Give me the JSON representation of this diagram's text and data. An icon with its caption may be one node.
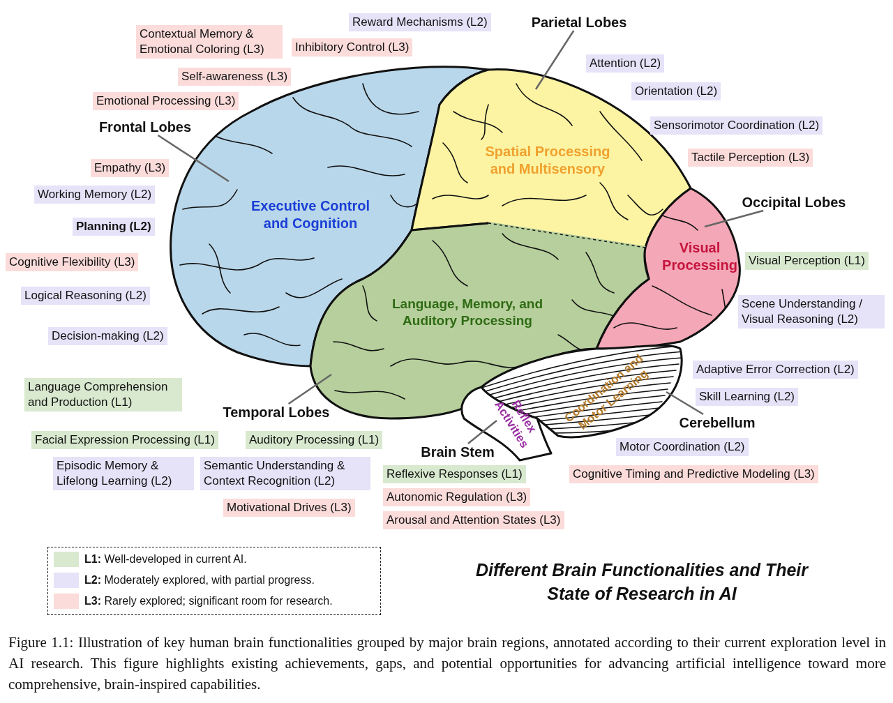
{
  "diagram": {
    "title": "Different Brain Functionalities and Their State of Research in AI",
    "caption": "Figure 1.1: Illustration of key human brain functionalities grouped by major brain regions, annotated according to their current exploration level in AI research. This figure highlights existing achievements, gaps, and potential opportunities for advancing artificial intelligence toward more comprehensive, brain-inspired capabilities.",
    "nodes": [
      {
        "text": [
          "Executive Control and Cognition"
        ]
      },
      {
        "text": [
          "Spatial Processing and Multisensory"
        ]
      },
      {
        "text": [
          "Visual Processing"
        ]
      },
      {
        "text": [
          "Language, Memory, and Auditory Processing"
        ]
      },
      {
        "text": [
          "Coordination and Motor Learning"
        ]
      },
      {
        "text": [
          "Reflex Activities"
        ]
      },
      {
        "text": [
          "Reward Mechanisms (L2)"
        ]
      },
      {
        "text": [
          "Parietal Lobes"
        ]
      },
      {
        "text": [
          "Contextual Memory & Emotional Coloring (L3)"
        ]
      },
      {
        "text": [
          "Inhibitory Control (L3)"
        ]
      },
      {
        "text": [
          "Attention (L2)"
        ]
      },
      {
        "text": [
          "Self-awareness (L3)"
        ]
      },
      {
        "text": [
          "Orientation (L2)"
        ]
      },
      {
        "text": [
          "Emotional Processing (L3)"
        ]
      },
      {
        "text": [
          "Sensorimotor Coordination (L2)"
        ]
      },
      {
        "text": [
          "Frontal Lobes"
        ]
      },
      {
        "text": [
          "Tactile Perception (L3)"
        ]
      },
      {
        "text": [
          "Empathy (L3)"
        ]
      },
      {
        "text": [
          "Working Memory (L2)"
        ]
      },
      {
        "text": [
          "Occipital Lobes"
        ]
      },
      {
        "text": [
          "Planning (L2)"
        ]
      },
      {
        "text": [
          "Visual Perception (L1)"
        ]
      },
      {
        "text": [
          "Cognitive Flexibility (L3)"
        ]
      },
      {
        "text": [
          "Logical Reasoning (L2)"
        ]
      },
      {
        "text": [
          "Scene Understanding / Visual Reasoning (L2)"
        ]
      },
      {
        "text": [
          "Decision-making (L2)"
        ]
      },
      {
        "text": [
          "Adaptive Error Correction (L2)"
        ]
      },
      {
        "text": [
          "Language Comprehension and Production (L1)"
        ]
      },
      {
        "text": [
          "Skill Learning (L2)"
        ]
      },
      {
        "text": [
          "Temporal Lobes"
        ]
      },
      {
        "text": [
          "Cerebellum"
        ]
      },
      {
        "text": [
          "Facial Expression Processing (L1)"
        ]
      },
      {
        "text": [
          "Auditory Processing (L1)"
        ]
      },
      {
        "text": [
          "Motor Coordination (L2)"
        ]
      },
      {
        "text": [
          "Brain Stem"
        ]
      },
      {
        "text": [
          "Episodic Memory & Lifelong Learning (L2)"
        ]
      },
      {
        "text": [
          "Semantic Understanding & Context Recognition (L2)"
        ]
      },
      {
        "text": [
          "Reflexive Responses (L1)"
        ]
      },
      {
        "text": [
          "Cognitive Timing and Predictive Modeling (L3)"
        ]
      },
      {
        "text": [
          "Autonomic Regulation (L3)"
        ]
      },
      {
        "text": [
          "Motivational Drives (L3)"
        ]
      },
      {
        "text": [
          "Arousal and Attention States (L3)"
        ]
      }
    ],
    "edges": [
      {
        "from": 7,
        "to": 1,
        "arrow": "none"
      },
      {
        "from": 15,
        "to": 0,
        "arrow": "none"
      },
      {
        "from": 19,
        "to": 2,
        "arrow": "none"
      },
      {
        "from": 29,
        "to": 3,
        "arrow": "none"
      },
      {
        "from": 30,
        "to": 4,
        "arrow": "none"
      },
      {
        "from": 34,
        "to": 5,
        "arrow": "none"
      }
    ],
    "legend": [
      {
        "text": "**L1:** Well-developed in current AI.",
        "color": "#d8e9cf"
      },
      {
        "text": "**L2:** Moderately explored, with partial progress.",
        "color": "#e6e2f8"
      },
      {
        "text": "**L3:** Rarely explored; significant room for research.",
        "color": "#fbdcdb"
      }
    ]
  }
}
